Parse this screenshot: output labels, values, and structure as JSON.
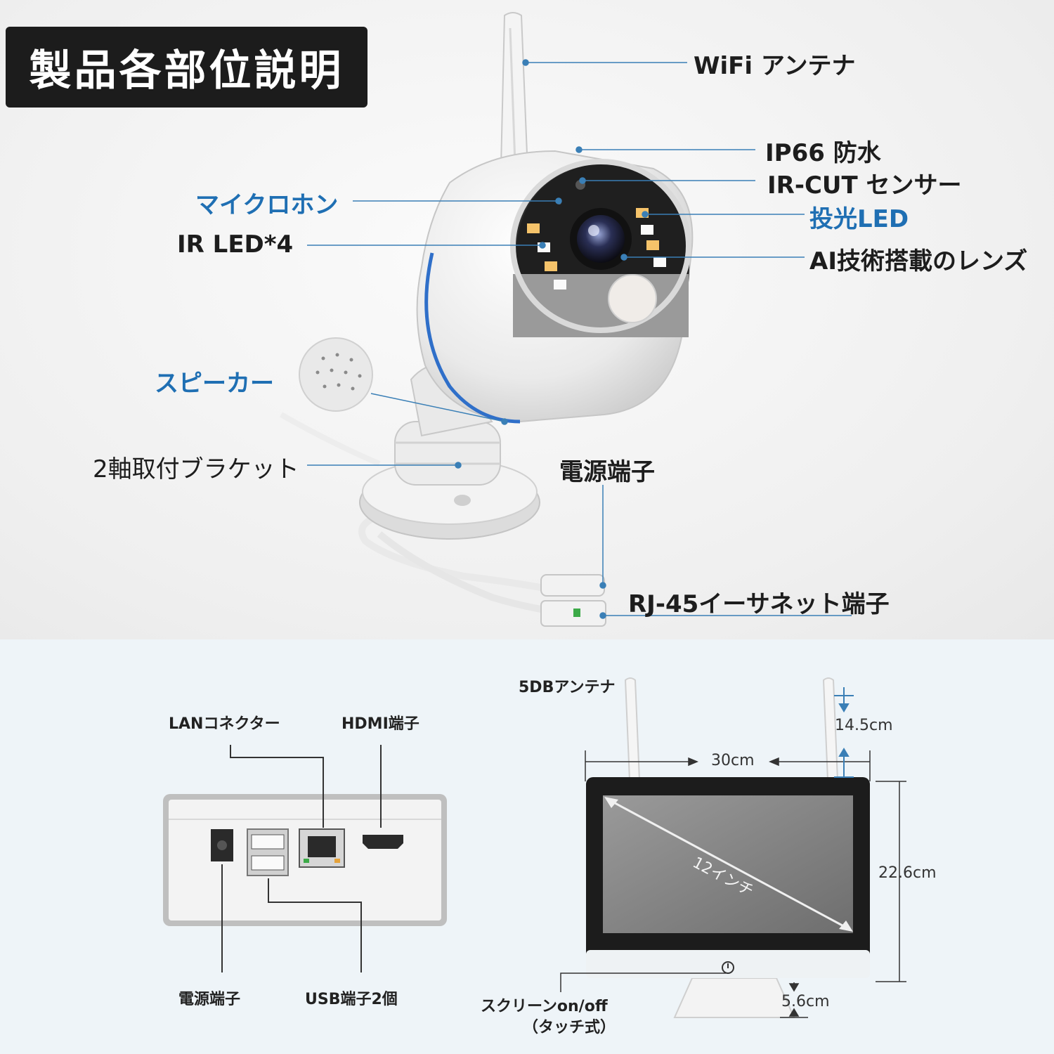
{
  "title": "製品各部位説明",
  "camera": {
    "labels": {
      "wifi_antenna": "WiFi アンテナ",
      "ip66": "IP66 防水",
      "ircut": "IR-CUT センサー",
      "microphone": "マイクロホン",
      "spotlight": "投光LED",
      "ir_led": "IR LED*4",
      "ai_lens": "AI技術搭載のレンズ",
      "speaker": "スピーカー",
      "bracket": "2軸取付ブラケット",
      "power": "電源端子",
      "rj45": "RJ-45イーサネット端子"
    }
  },
  "nvr": {
    "labels": {
      "lan": "LANコネクター",
      "hdmi": "HDMI端子",
      "power": "電源端子",
      "usb": "USB端子2個"
    }
  },
  "monitor": {
    "labels": {
      "antenna": "5DBアンテナ",
      "screen_button_line1": "スクリーンon/off",
      "screen_button_line2": "（タッチ式）",
      "diagonal": "12インチ"
    },
    "dimensions": {
      "antenna_height": "14.5cm",
      "width": "30cm",
      "height": "22.6cm",
      "base": "5.6cm"
    }
  },
  "colors": {
    "accent_blue": "#1f6fb3",
    "leader_line": "#3a7fb6",
    "title_bg": "#1c1c1c"
  }
}
